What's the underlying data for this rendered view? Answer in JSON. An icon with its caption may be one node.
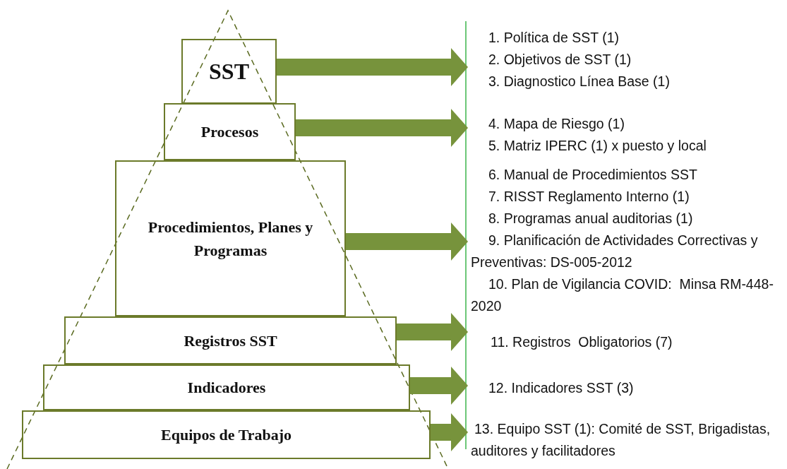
{
  "diagram": {
    "nodes": [
      {
        "text": [
          "SST"
        ]
      },
      {
        "text": [
          "Procesos"
        ]
      },
      {
        "text": [
          "Procedimientos, Planes y Programas"
        ]
      },
      {
        "text": [
          "Registros SST"
        ]
      },
      {
        "text": [
          "Indicadores"
        ]
      },
      {
        "text": [
          "Equipos de Trabajo"
        ]
      },
      {
        "text": [
          "1. Política de SST (1)",
          "2. Objetivos de SST (1)",
          "3. Diagnostico Línea Base (1)"
        ]
      },
      {
        "text": [
          "4. Mapa de Riesgo (1)",
          "5. Matriz IPERC (1) x puesto y local"
        ]
      },
      {
        "text": [
          "6. Manual de Procedimientos SST",
          "7. RISST Reglamento Interno (1)",
          "8. Programas anual auditorias (1)",
          "9. Planificación de Actividades Correctivas y Preventivas: DS-005-2012",
          "10. Plan de Vigilancia COVID:  Minsa RM-448-2020"
        ]
      },
      {
        "text": [
          "11. Registros  Obligatorios (7)"
        ]
      },
      {
        "text": [
          "12. Indicadores SST (3)"
        ]
      },
      {
        "text": [
          "13. Equipo SST (1): Comité de SST, Brigadistas, auditores y facilitadores"
        ]
      }
    ],
    "edges": [
      {
        "from": 0,
        "to": 6,
        "arrow": "to"
      },
      {
        "from": 1,
        "to": 7,
        "arrow": "to"
      },
      {
        "from": 2,
        "to": 8,
        "arrow": "to"
      },
      {
        "from": 3,
        "to": 9,
        "arrow": "to"
      },
      {
        "from": 4,
        "to": 10,
        "arrow": "to"
      },
      {
        "from": 5,
        "to": 11,
        "arrow": "to"
      }
    ]
  }
}
